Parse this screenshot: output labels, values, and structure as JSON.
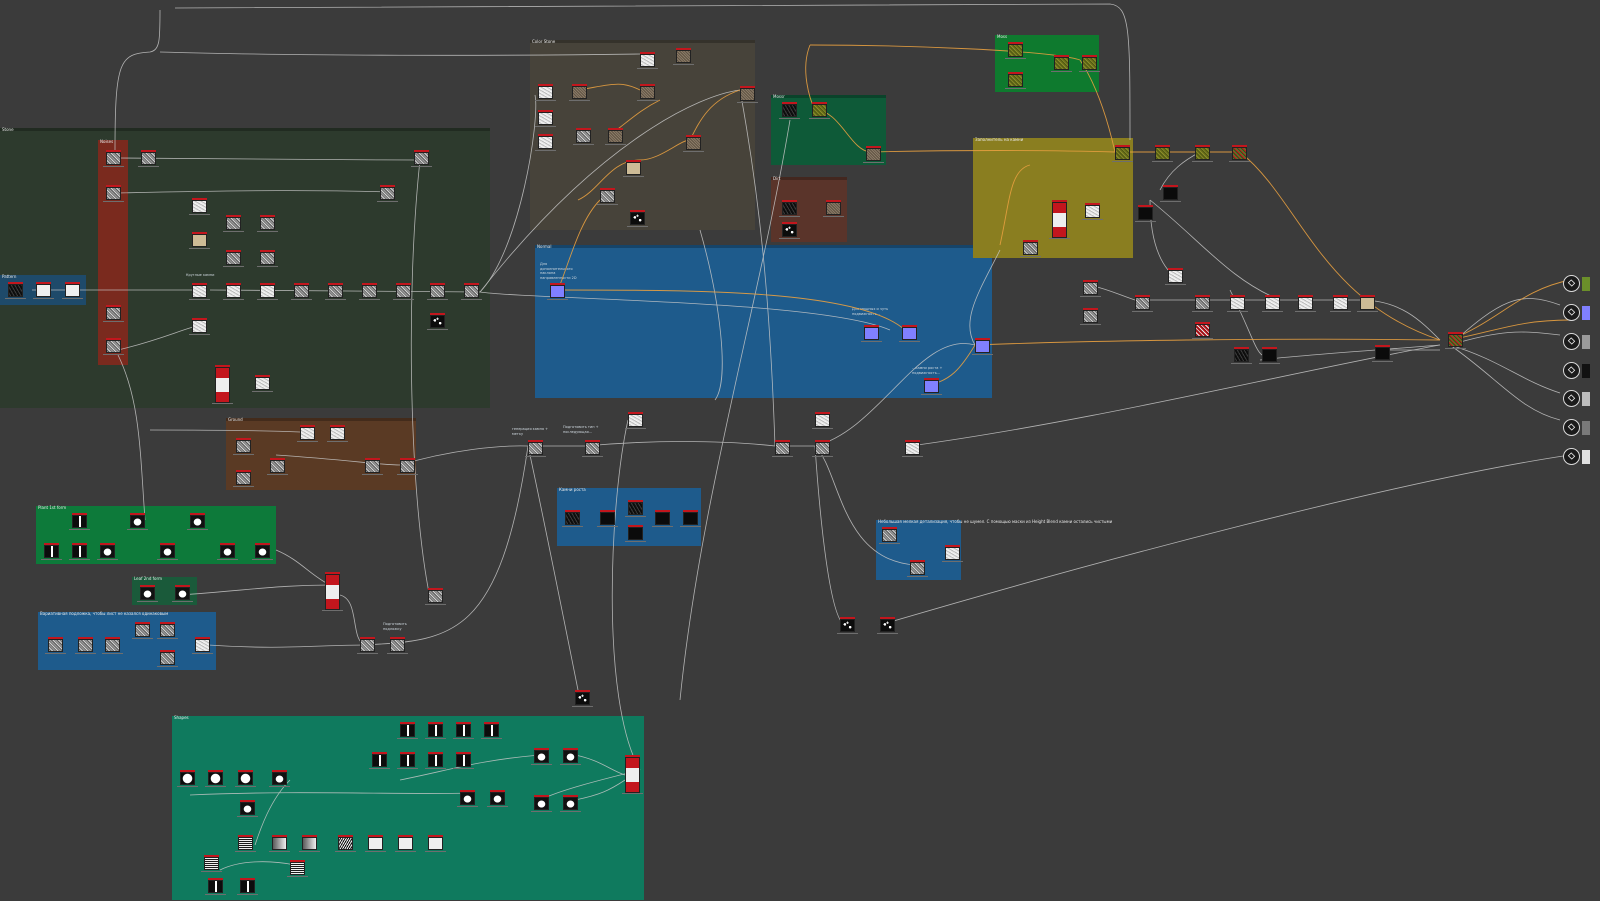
{
  "frames": {
    "stone": "Stone",
    "noises": "Noises",
    "pattern": "Pattern",
    "color_stone": "Color Stone",
    "moss": "Moss",
    "moss2": "Mossr",
    "dirt": "Dirt",
    "grass": "Заполнитель на камни",
    "normal": "Normal",
    "ground": "Ground",
    "plant_1st": "Plant 1st form",
    "leaf_2nd": "Leaf 2nd form",
    "variation": "Вариативная подложка, чтобы лист не казался одинаковым",
    "scale_height": "Камни роста",
    "blend_detail": "Небольшая мелкая детализация, чтобы не шумел. С помощью маски из Height Blend камни остались чистыми",
    "shapes": "Shapes"
  },
  "comments": {
    "normal_note": "Для\nдополнительного\nнаклона\nнаправленности 2D",
    "normal_note2": "Для мощных и чуть\nподвижность...",
    "normal_note3": "...камни роста +\nподвижность...",
    "stone_mask": "Круглые камни",
    "mid_note1": "генерация камня +\nметку",
    "mid_note2": "Подготовить тип +\nпоследующая...",
    "ground_note": "Подготовить\nподложку"
  },
  "outputs": [
    {
      "icon": "cube-output-icon",
      "swatch": "#6b8f2a"
    },
    {
      "icon": "cube-output-icon",
      "swatch": "#8080ff"
    },
    {
      "icon": "cube-output-icon",
      "swatch": "#9a9a9a"
    },
    {
      "icon": "cube-output-icon",
      "swatch": "#111111"
    },
    {
      "icon": "cube-output-icon",
      "swatch": "#bdbdbd"
    },
    {
      "icon": "cube-output-icon",
      "swatch": "#7a7a7a"
    },
    {
      "icon": "document-output-icon",
      "swatch": "#e0e0e0"
    }
  ],
  "colors": {
    "background": "#3b3b3b",
    "stone_frame": "#2d3a2d",
    "noises_frame": "#7a2a1e",
    "color_stone_frame": "#47433a",
    "normal_frame": "#1e5b8c",
    "grass_frame": "#8a7e20",
    "moss_frame": "#0e6b2e",
    "moss2_frame": "#0e5a38",
    "dirt_frame": "#5a342a",
    "ground_frame": "#5a3a24",
    "plant_frame": "#0d7a3a",
    "leaf_frame": "#1a5a3a",
    "variation_frame": "#1e5b8c",
    "shapes_frame": "#0f7a5e",
    "wire_gray": "#c8c8c8",
    "wire_orange": "#e8a040"
  }
}
